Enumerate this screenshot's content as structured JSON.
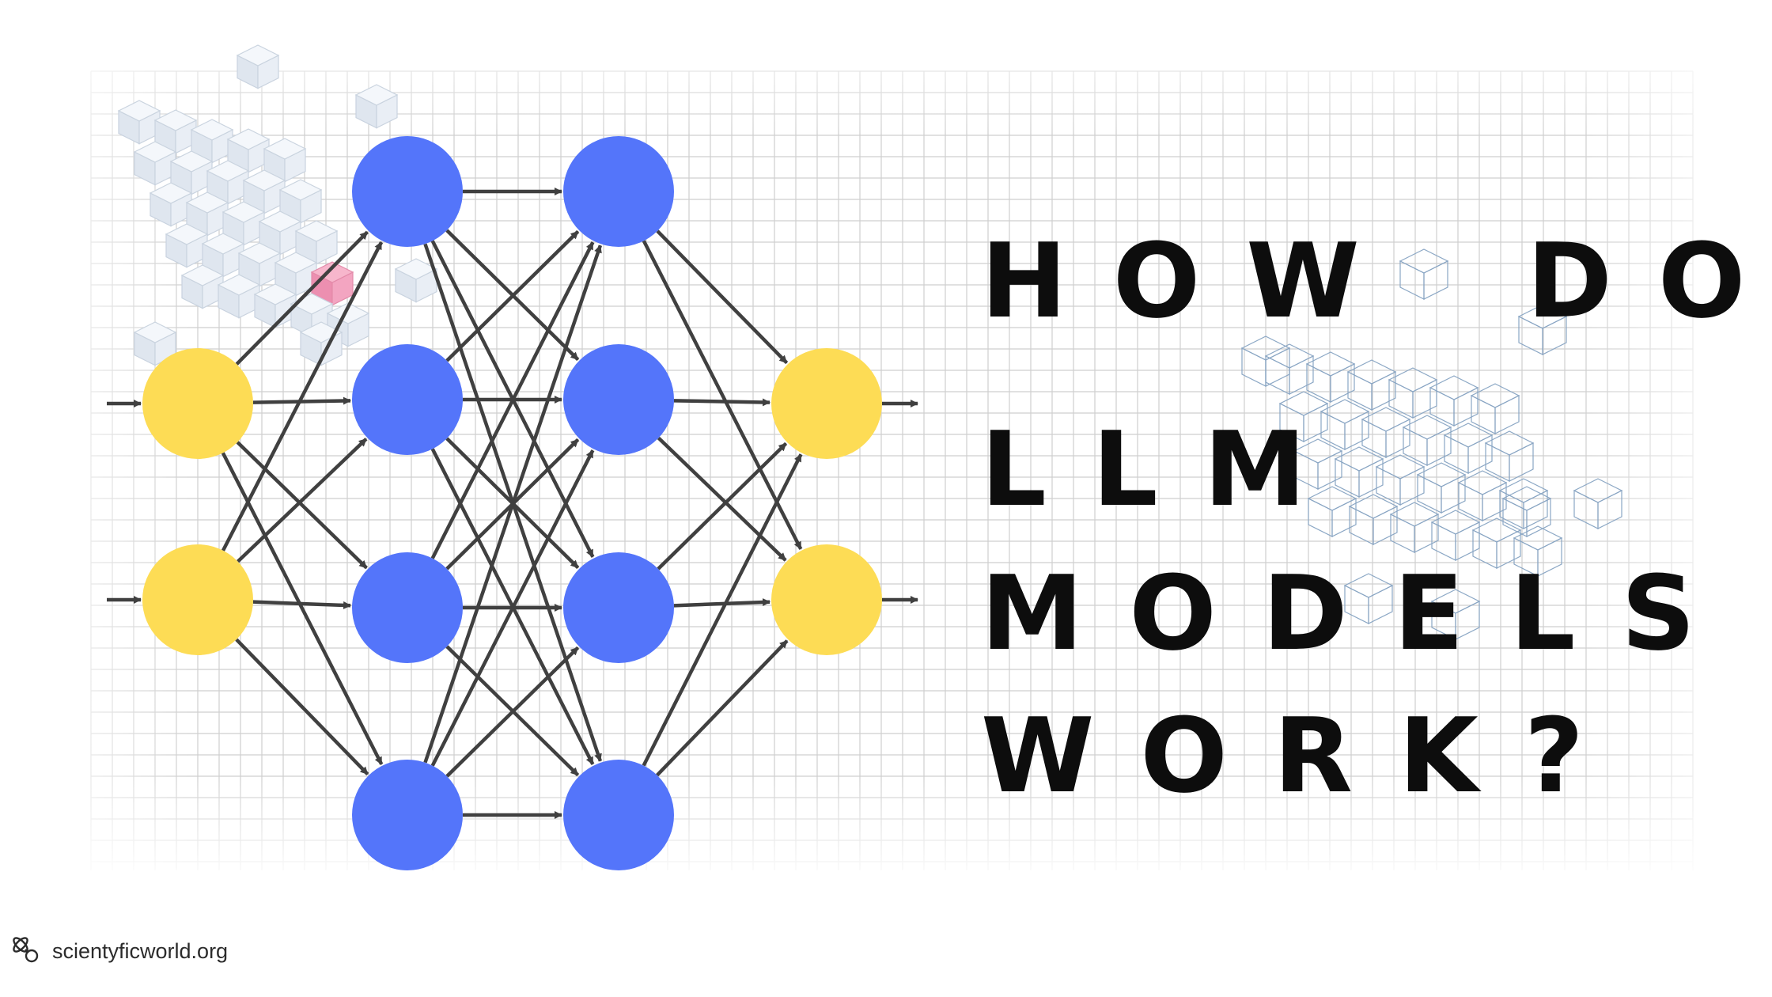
{
  "title": {
    "line1": "HOW",
    "line1_right": "DO",
    "line2": "LLM",
    "line3": "MODELS",
    "line4": "WORK?"
  },
  "footer": {
    "site": "scientyficworld.org",
    "logo_icon": "atom-link-icon"
  },
  "colors": {
    "input_node": "#fddc55",
    "hidden_node": "#5475fa",
    "output_node": "#fddc55",
    "edge": "#404040",
    "grid": "#cfcfcf",
    "title": "#0d0d0d"
  },
  "network": {
    "layers": [
      {
        "name": "input",
        "nodes": 2
      },
      {
        "name": "hidden-1",
        "nodes": 4
      },
      {
        "name": "hidden-2",
        "nodes": 4
      },
      {
        "name": "output",
        "nodes": 2
      }
    ],
    "connections": "fully-connected"
  }
}
